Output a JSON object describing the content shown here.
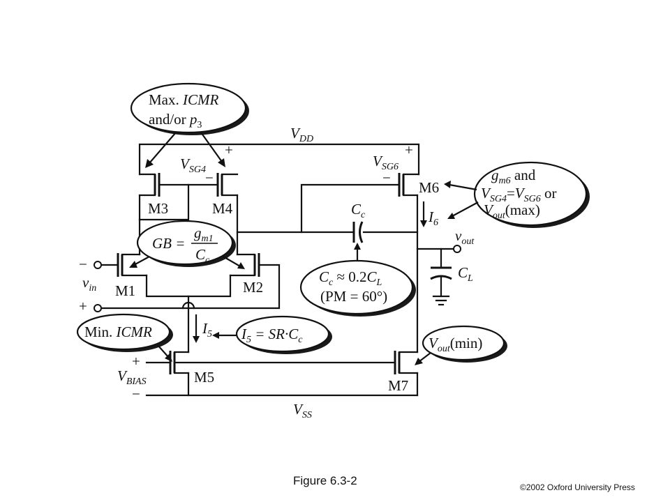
{
  "caption": "Figure 6.3-2",
  "copyright": "©2002 Oxford University Press",
  "rails": {
    "vdd_main": "V",
    "vdd_sub": "DD",
    "vss_main": "V",
    "vss_sub": "SS"
  },
  "transistors": {
    "m1": "M1",
    "m2": "M2",
    "m3": "M3",
    "m4": "M4",
    "m5": "M5",
    "m6": "M6",
    "m7": "M7"
  },
  "terminals": {
    "minus": "−",
    "plus": "+",
    "vin_main": "v",
    "vin_sub": "in",
    "vbias_main": "V",
    "vbias_sub": "BIAS",
    "vout_main": "v",
    "vout_sub": "out",
    "vsg4_main": "V",
    "vsg4_sub": "SG4",
    "vsg6_main": "V",
    "vsg6_sub": "SG6",
    "i5_main": "I",
    "i5_sub": "5",
    "i6_main": "I",
    "i6_sub": "6",
    "cc_main": "C",
    "cc_sub": "c",
    "cl_main": "C",
    "cl_sub": "L"
  },
  "bubbles": {
    "max_icmr": {
      "line1_a": "Max. ",
      "line1_b": "ICMR",
      "line2_a": "and/or ",
      "line2_b": "p",
      "line2_sub": "3"
    },
    "gb": {
      "lhs": "GB =",
      "num_main": "g",
      "num_sub": "m1",
      "den_main": "C",
      "den_sub": "c"
    },
    "min_icmr": {
      "a": "Min. ",
      "b": "ICMR"
    },
    "i5": {
      "i": "I",
      "i_sub": "5",
      "eq": " = ",
      "sr": "SR",
      "dot": "·",
      "c": "C",
      "c_sub": "c"
    },
    "cc": {
      "line1_c": "C",
      "line1_sub": "c",
      "line1_eq": " ≈ 0.2",
      "line1_c2": "C",
      "line1_sub2": "L",
      "line2": "(PM = 60°)"
    },
    "gm6": {
      "g": "g",
      "g_sub": "m6",
      "and": " and",
      "v1": "V",
      "v1_sub": "SG4",
      "eq": "=",
      "v2": "V",
      "v2_sub": "SG6",
      "or": " or",
      "v3": "V",
      "v3_sub": "out",
      "max": "(max)"
    },
    "vout_min": {
      "v": "V",
      "v_sub": "out",
      "min": "(min)"
    }
  }
}
